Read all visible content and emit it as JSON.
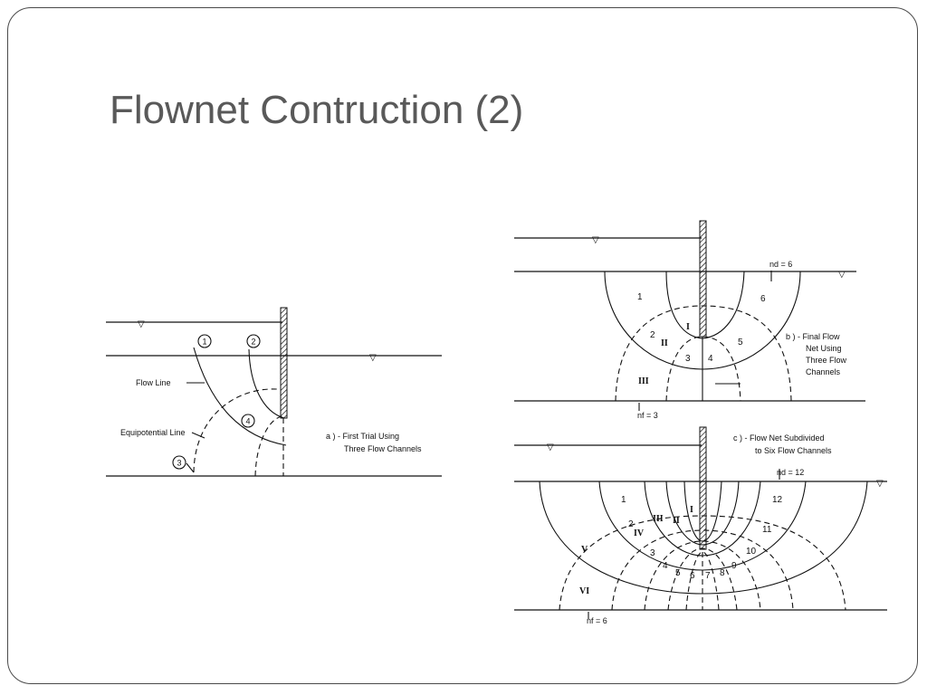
{
  "slide": {
    "title": "Flownet Contruction (2)"
  },
  "diagram_a": {
    "flow_line_label": "Flow Line",
    "equipotential_label": "Equipotential Line",
    "caption_line1": "a ) - First  Trial  Using",
    "caption_line2": "Three  Flow  Channels",
    "markers": [
      "1",
      "2",
      "3",
      "4"
    ],
    "water_symbol": "▽"
  },
  "diagram_b": {
    "nd_label": "nd = 6",
    "nf_label": "nf = 3",
    "caption_line1": "b ) - Final  Flow",
    "caption_line2": "Net  Using",
    "caption_line3": "Three  Flow",
    "caption_line4": "Channels",
    "equipotential_numbers": [
      "1",
      "2",
      "3",
      "4",
      "5",
      "6"
    ],
    "flow_channels": [
      "I",
      "II",
      "III"
    ],
    "water_symbol": "▽"
  },
  "diagram_c": {
    "nd_label": "nd = 12",
    "nf_label": "nf = 6",
    "caption_line1": "c ) -  Flow  Net  Subdivided",
    "caption_line2": "to  Six  Flow  Channels",
    "equipotential_numbers": [
      "1",
      "2",
      "3",
      "4",
      "5",
      "6",
      "7",
      "8",
      "9",
      "10",
      "11",
      "12"
    ],
    "flow_channels": [
      "I",
      "II",
      "III",
      "IV",
      "V",
      "VI"
    ],
    "water_symbol": "▽"
  }
}
